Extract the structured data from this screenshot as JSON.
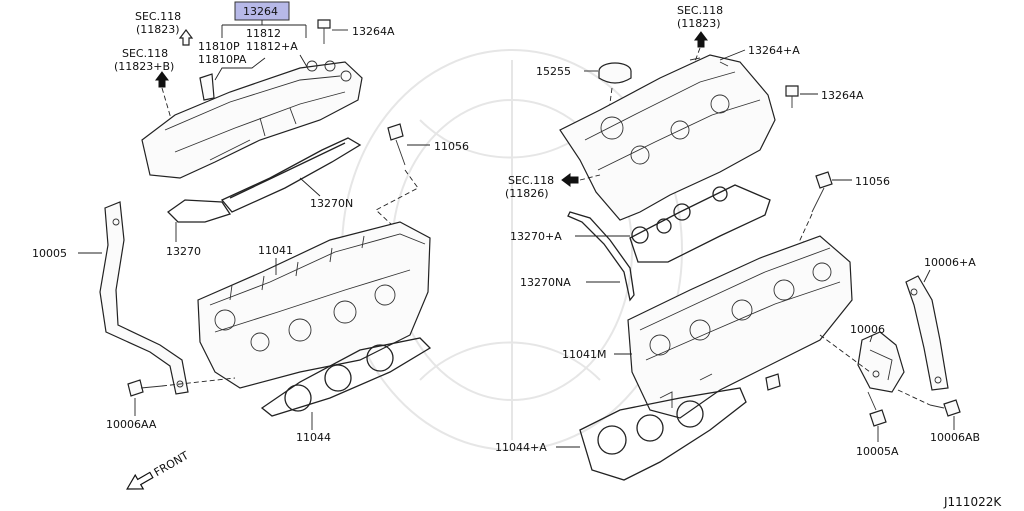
{
  "labels": {
    "p13264": "13264",
    "p11812": "11812",
    "p11812a": "11812+A",
    "p11810p": "11810P",
    "p11810pa": "11810PA",
    "sec118": "SEC.118",
    "sec11823": "(11823)",
    "sec11823b": "(11823+B)",
    "sec11826": "(11826)",
    "p13264a_l": "13264A",
    "p11056_l": "11056",
    "p13270n": "13270N",
    "p13270": "13270",
    "p10005": "10005",
    "p11041": "11041",
    "p10006aa": "10006AA",
    "p11044": "11044",
    "front": "FRONT",
    "p15255": "15255",
    "p13264pa": "13264+A",
    "p13264a_r": "13264A",
    "p11056_r": "11056",
    "p13270pa": "13270+A",
    "p13270na": "13270NA",
    "p10006pa": "10006+A",
    "p10006": "10006",
    "p11041m": "11041M",
    "p10005a": "10005A",
    "p10006ab": "10006AB",
    "p11044pa": "11044+A",
    "diagram_code": "J111022K"
  },
  "colors": {
    "highlight": "#b7b9e8",
    "line": "#222222",
    "watermark": "#e6e6e6"
  }
}
